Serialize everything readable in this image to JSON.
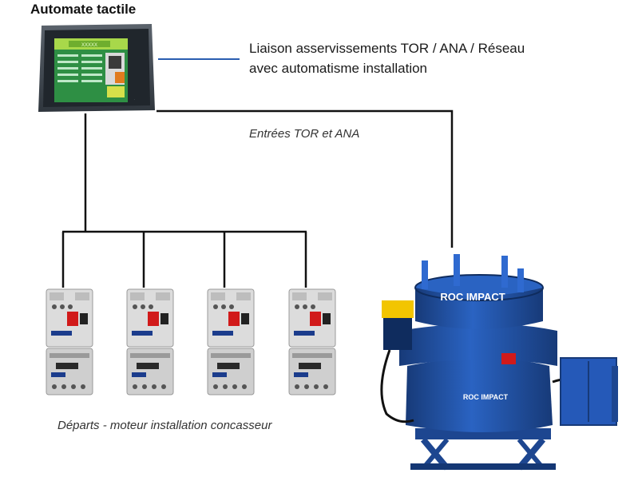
{
  "title": "Automate tactile",
  "liaison": {
    "line1": "Liaison asservissements TOR / ANA / Réseau",
    "line2": "avec automatisme installation"
  },
  "entrees": "Entrées TOR et ANA",
  "departs": "Départs - moteur installation concasseur",
  "panel": {
    "screen_title": "XXXXX",
    "colors": {
      "bezel": "#3e464f",
      "screen": "#2e8f44",
      "header": "#a8d84a"
    }
  },
  "crusher": {
    "brand_top": "ROC IMPACT",
    "brand_bottom": "ROC IMPACT",
    "colors": {
      "body": "#1f4fa3",
      "dark": "#173a78",
      "accent": "#f2c500"
    }
  },
  "breaker": {
    "count": 4,
    "colors": {
      "body": "#dcdcdc",
      "button": "#d11a1a",
      "label": "#1b3c8c"
    }
  },
  "wire_colors": {
    "main": "#111111",
    "link": "#2a5db0"
  }
}
